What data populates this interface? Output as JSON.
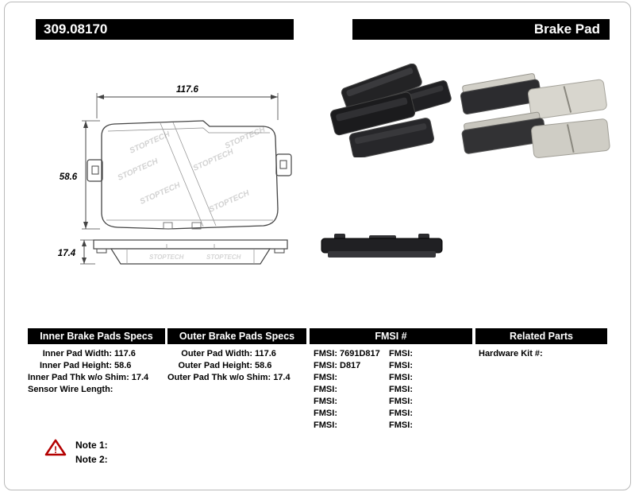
{
  "header": {
    "part_number": "309.08170",
    "product_name": "Brake Pad"
  },
  "diagram": {
    "width_label": "117.6",
    "height_label": "58.6",
    "thickness_label": "17.4",
    "watermark": "STOPTECH"
  },
  "tables": {
    "inner": {
      "title": "Inner Brake Pads Specs",
      "rows": [
        {
          "label": "Inner Pad Width:",
          "value": "117.6"
        },
        {
          "label": "Inner Pad Height:",
          "value": "58.6"
        },
        {
          "label": "Inner Pad Thk w/o Shim:",
          "value": "17.4"
        },
        {
          "label": "Sensor Wire Length:",
          "value": ""
        }
      ]
    },
    "outer": {
      "title": "Outer Brake Pads Specs",
      "rows": [
        {
          "label": "Outer Pad Width:",
          "value": "117.6"
        },
        {
          "label": "Outer Pad Height:",
          "value": "58.6"
        },
        {
          "label": "Outer Pad Thk w/o Shim:",
          "value": "17.4"
        }
      ]
    },
    "fmsi": {
      "title": "FMSI #",
      "rows": [
        {
          "left_label": "FMSI:",
          "left_value": "7691D817",
          "right_label": "FMSI:",
          "right_value": ""
        },
        {
          "left_label": "FMSI:",
          "left_value": "D817",
          "right_label": "FMSI:",
          "right_value": ""
        },
        {
          "left_label": "FMSI:",
          "left_value": "",
          "right_label": "FMSI:",
          "right_value": ""
        },
        {
          "left_label": "FMSI:",
          "left_value": "",
          "right_label": "FMSI:",
          "right_value": ""
        },
        {
          "left_label": "FMSI:",
          "left_value": "",
          "right_label": "FMSI:",
          "right_value": ""
        },
        {
          "left_label": "FMSI:",
          "left_value": "",
          "right_label": "FMSI:",
          "right_value": ""
        },
        {
          "left_label": "FMSI:",
          "left_value": "",
          "right_label": "FMSI:",
          "right_value": ""
        }
      ]
    },
    "related": {
      "title": "Related Parts",
      "rows": [
        {
          "label": "Hardware Kit #:",
          "value": ""
        }
      ]
    }
  },
  "notes": {
    "warning_glyph": "!",
    "items": [
      {
        "label": "Note 1:"
      },
      {
        "label": "Note 2:"
      }
    ]
  }
}
